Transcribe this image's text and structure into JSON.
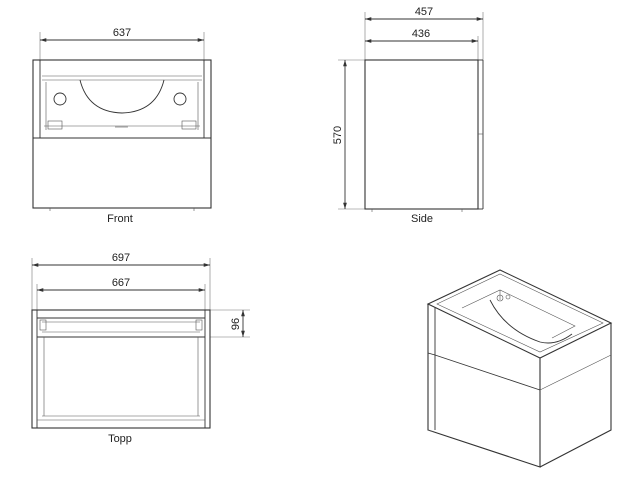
{
  "views": {
    "front": {
      "label": "Front",
      "width_dim": "637"
    },
    "side": {
      "label": "Side",
      "outer_width_dim": "457",
      "inner_width_dim": "436",
      "height_dim": "570"
    },
    "top": {
      "label": "Topp",
      "outer_width_dim": "697",
      "inner_width_dim": "667",
      "depth_dim": "96"
    },
    "iso": {
      "label": ""
    }
  }
}
